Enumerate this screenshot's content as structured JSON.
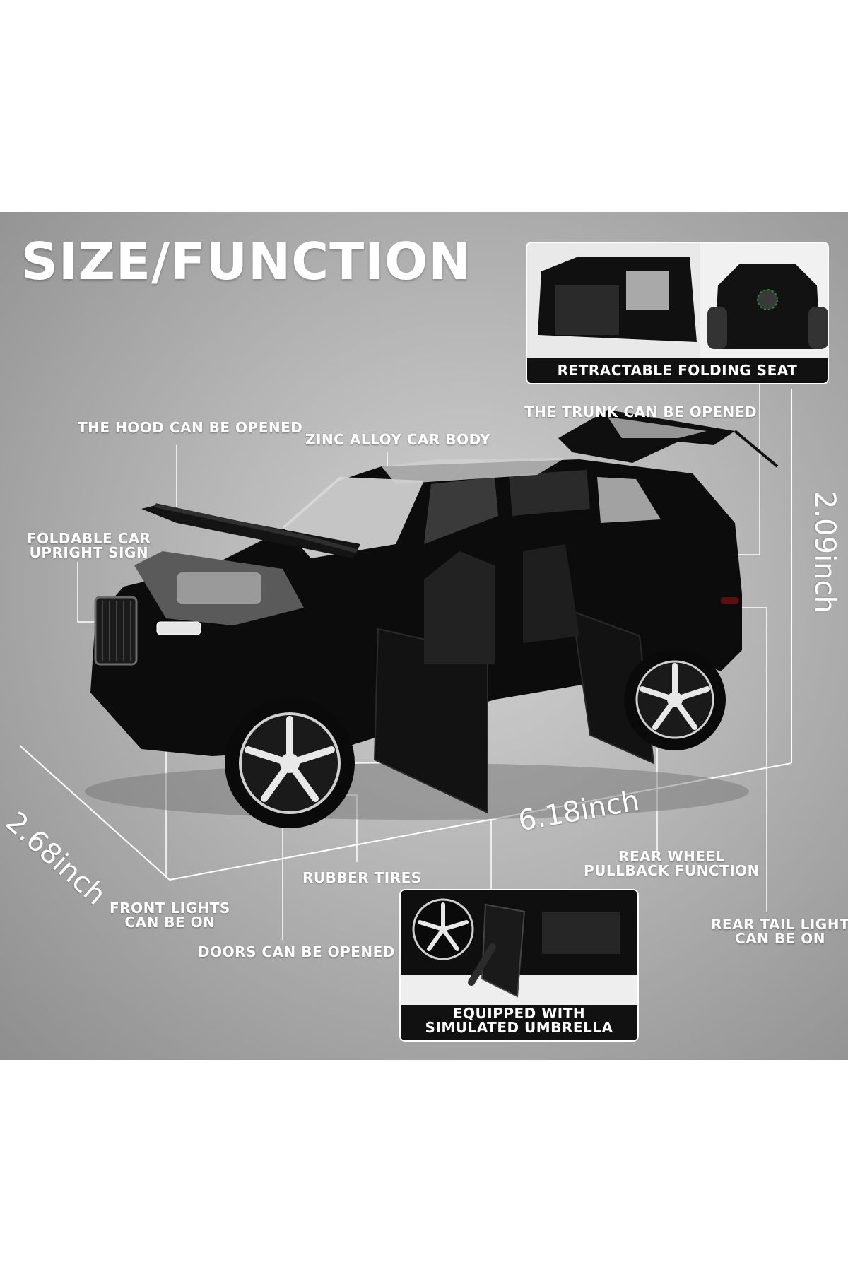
{
  "title": "SIZE/FUNCTION",
  "dimensions": {
    "width": "2.68inch",
    "length": "6.18inch",
    "height": "2.09inch"
  },
  "callouts": {
    "hood": "THE HOOD CAN BE OPENED",
    "zinc": "ZINC ALLOY CAR BODY",
    "trunk": "THE TRUNK CAN BE OPENED",
    "sign_line1": "FOLDABLE CAR",
    "sign_line2": "UPRIGHT SIGN",
    "tires": "RUBBER TIRES",
    "rear_wheel_line1": "REAR WHEEL",
    "rear_wheel_line2": "PULLBACK FUNCTION",
    "front_lights_line1": "FRONT LIGHTS",
    "front_lights_line2": "CAN BE ON",
    "doors": "DOORS CAN BE OPENED",
    "tail_light_line1": "REAR TAIL LIGHT",
    "tail_light_line2": "CAN BE ON"
  },
  "insets": {
    "seat": "RETRACTABLE FOLDING SEAT",
    "umbrella_line1": "EQUIPPED WITH",
    "umbrella_line2": "SIMULATED UMBRELLA"
  },
  "colors": {
    "panel": "#b4b4b4",
    "car_body": "#0c0c0c",
    "label_text": "#ffffff",
    "caption_bar": "#111111"
  }
}
